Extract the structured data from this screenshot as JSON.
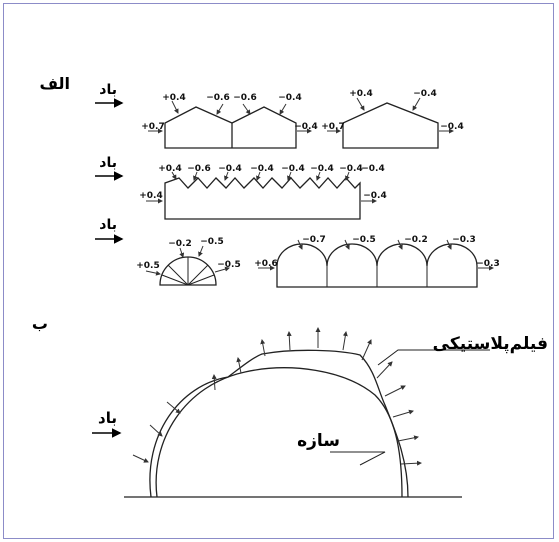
{
  "section_a": {
    "label": "الف",
    "wind": "باد",
    "row1": {
      "left_house": [
        "+0.4",
        "−0.6",
        "−0.6",
        "−0.4",
        "+0.7",
        "−0.4"
      ],
      "right_house": [
        "+0.4",
        "−0.4",
        "+0.7",
        "−0.4"
      ]
    },
    "row2": [
      "+0.4",
      "−0.6",
      "−0.4",
      "−0.4",
      "−0.4",
      "−0.4",
      "−0.4",
      "−0.4",
      "+0.4",
      "−0.4"
    ],
    "row3": {
      "dome": [
        "−0.2",
        "−0.5",
        "+0.5",
        "−0.5"
      ],
      "multi_arch": [
        "−0.7",
        "−0.5",
        "−0.2",
        "−0.3",
        "+0.6",
        "−0.3"
      ]
    }
  },
  "section_b": {
    "label": "ب",
    "wind": "باد",
    "film_label": "فیلم‌پلاستیکی",
    "structure_label": "سازه"
  }
}
